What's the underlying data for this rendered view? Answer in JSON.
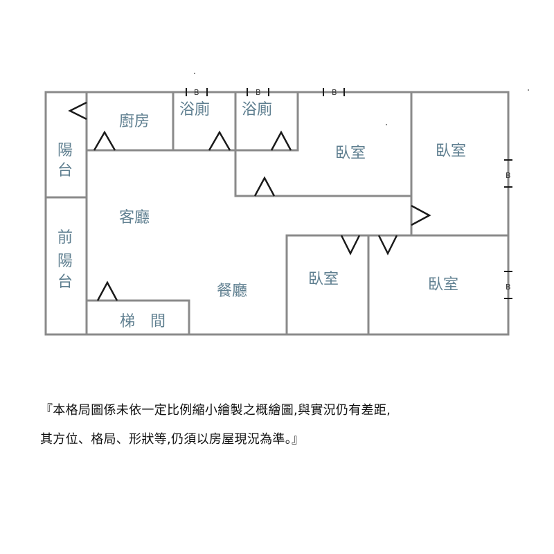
{
  "rooms": {
    "kitchen": "廚房",
    "bath_1": "浴廁",
    "bath_2": "浴廁",
    "balcony": [
      "陽",
      "台"
    ],
    "front_balcony": [
      "前",
      "陽",
      "台"
    ],
    "living_room": "客廳",
    "dining_room": "餐廳",
    "stairwell": "梯　間",
    "bedroom_top": "臥室",
    "bedroom_top_right": "臥室",
    "bedroom_bottom_middle": "臥室",
    "bedroom_bottom_right": "臥室"
  },
  "window_marker": "B",
  "disclaimer": {
    "line1": "『本格局圖係未依一定比例縮小繪製之概繪圖,與實況仍有差距,",
    "line2": "其方位、格局、形狀等,仍須以房屋現況為準。』"
  }
}
